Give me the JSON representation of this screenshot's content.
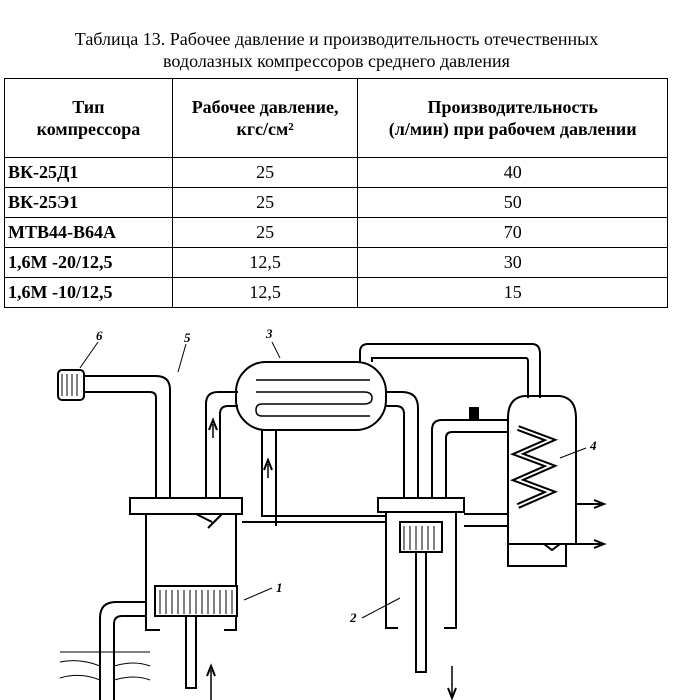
{
  "caption": {
    "line1": "Таблица 13. Рабочее давление и производительность отечественных",
    "line2": "водолазных компрессоров среднего давления"
  },
  "table": {
    "headers": {
      "col1_line1": "Тип",
      "col1_line2": "компрессора",
      "col2_line1": "Рабочее давление,",
      "col2_line2": "кгс/см²",
      "col3_line1": "Производительность",
      "col3_line2": "(л/мин) при рабочем давлении"
    },
    "rows": [
      {
        "type": "ВК-25Д1",
        "pressure": "25",
        "capacity": "40"
      },
      {
        "type": "ВК-25Э1",
        "pressure": "25",
        "capacity": "50"
      },
      {
        "type": "МТВ44-В64А",
        "pressure": "25",
        "capacity": "70"
      },
      {
        "type": "1,6М -20/12,5",
        "pressure": "12,5",
        "capacity": "30"
      },
      {
        "type": "1,6М -10/12,5",
        "pressure": "12,5",
        "capacity": "15"
      }
    ]
  },
  "diagram": {
    "labels": {
      "l1": "1",
      "l2": "2",
      "l3": "3",
      "l4": "4",
      "l5": "5",
      "l6": "6"
    }
  }
}
